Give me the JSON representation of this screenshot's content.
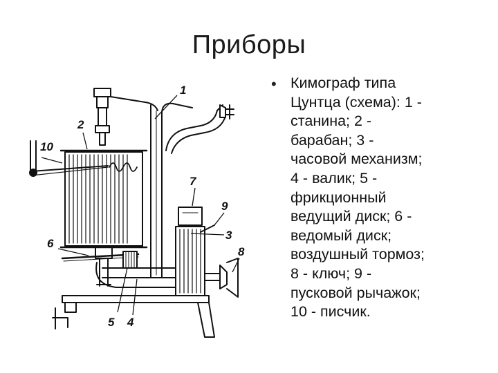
{
  "slide": {
    "title": "Приборы",
    "bullet_symbol": "•",
    "description_lines": [
      "Кимограф типа",
      "Цунтца (схема): 1 -",
      "станина; 2 -",
      "барабан; 3 -",
      "часовой механизм;",
      "4 - валик; 5 -",
      "фрикционный",
      "ведущий диск; 6 -",
      "ведомый диск;",
      "воздушный тормоз;",
      "8 - ключ; 9 -",
      "пусковой рычажок;",
      "10 - писчик."
    ]
  },
  "diagram": {
    "callouts": [
      "1",
      "2",
      "3",
      "4",
      "5",
      "6",
      "7",
      "8",
      "9",
      "10"
    ]
  }
}
